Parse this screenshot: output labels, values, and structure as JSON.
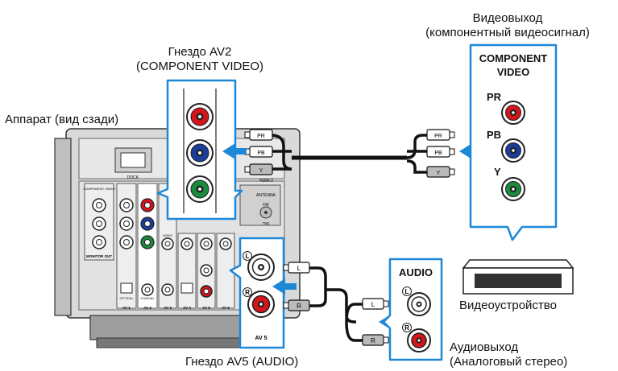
{
  "labels": {
    "receiver": "Аппарат (вид сзади)",
    "av2_title_line1": "Гнездо AV2",
    "av2_title_line2": "(COMPONENT VIDEO)",
    "video_out_line1": "Видеовыход",
    "video_out_line2": "(компонентный видеосигнал)",
    "av5_title": "Гнездо AV5 (AUDIO)",
    "audio_out_line1": "Аудиовыход",
    "audio_out_line2": "(Аналоговый стерео)",
    "video_device": "Видеоустройство"
  },
  "device_panel": {
    "title_line1": "COMPONENT",
    "title_line2": "VIDEO",
    "pr": "PR",
    "pb": "PB",
    "y": "Y",
    "audio": "AUDIO",
    "l": "L",
    "r": "R"
  },
  "plugs": {
    "pr": "PR",
    "pb": "PB",
    "y": "Y",
    "l": "L",
    "r": "R"
  },
  "receiver_panel": {
    "dock": "DOCK",
    "hdmi2": "HDMI 2",
    "antenna": "ANTENNA",
    "fm": "FM",
    "fm_ohm": "75Ω",
    "component_video": "COMPONENT VIDEO",
    "monitor_out": "MONITOR OUT",
    "video": "VIDEO",
    "optical": "OPTICAL",
    "coaxial": "COAXIAL",
    "av1": "AV 1",
    "av2": "AV 2",
    "av3": "AV 3",
    "av4": "AV 4",
    "av5": "AV 5",
    "av6": "AV 6",
    "av5_zoom": "AV 5"
  },
  "colors": {
    "red": "#d6141b",
    "blue": "#1a3d9c",
    "green": "#1a8a3c",
    "arrow": "#1e88d8",
    "panel": "#c8c8c8",
    "panel_dark": "#8a8a8a"
  }
}
